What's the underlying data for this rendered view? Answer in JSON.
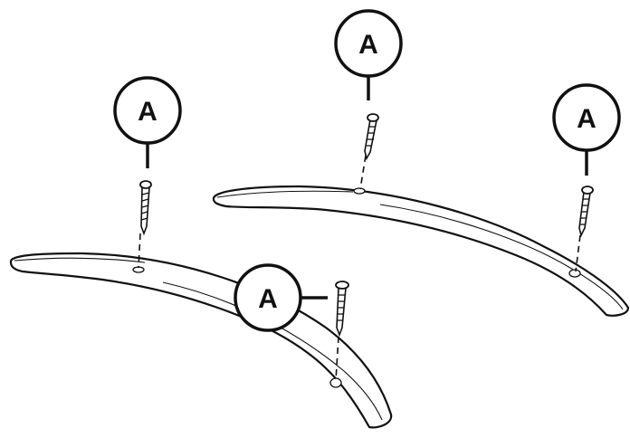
{
  "diagram": {
    "callouts": [
      {
        "label": "A"
      },
      {
        "label": "A"
      },
      {
        "label": "A"
      },
      {
        "label": "A"
      }
    ]
  }
}
